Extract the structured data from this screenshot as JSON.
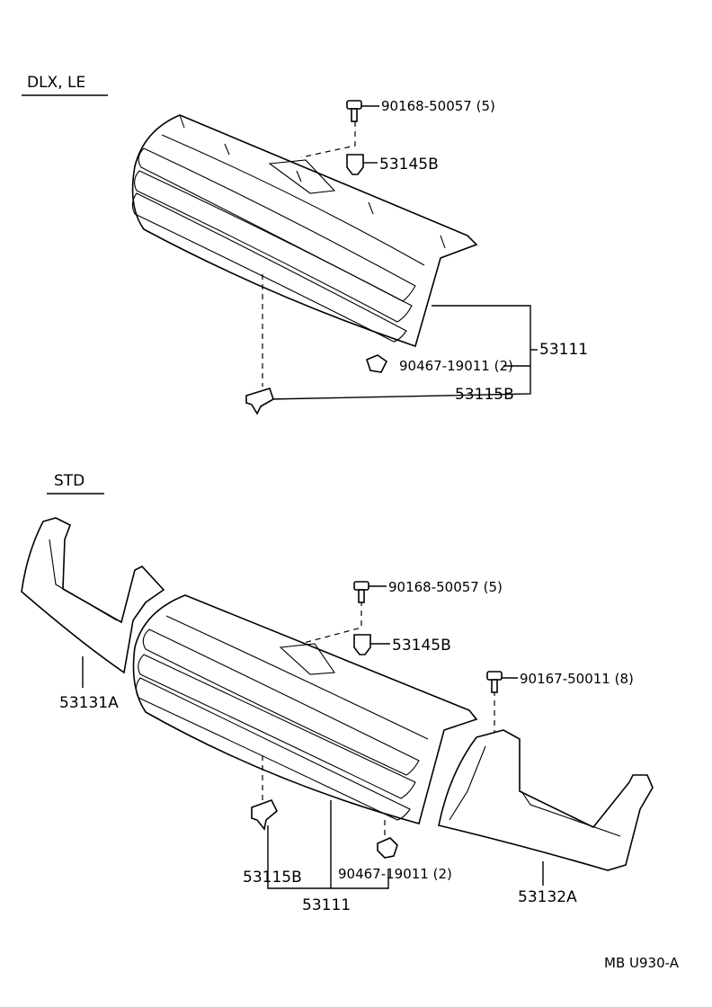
{
  "sections": {
    "dlx": {
      "title": "DLX, LE",
      "labels": {
        "screw": "90168-50057 (5)",
        "clip_top": "53145B",
        "grille": "53111",
        "clip_side": "90467-19011 (2)",
        "bracket": "53115B"
      }
    },
    "std": {
      "title": "STD",
      "labels": {
        "screw": "90168-50057 (5)",
        "clip_top": "53145B",
        "screw_right": "90167-50011 (8)",
        "filler_left": "53131A",
        "bracket": "53115B",
        "clip_side": "90467-19011 (2)",
        "grille": "53111",
        "filler_right": "53132A"
      }
    }
  },
  "footer": {
    "code": "MB U930-A"
  }
}
